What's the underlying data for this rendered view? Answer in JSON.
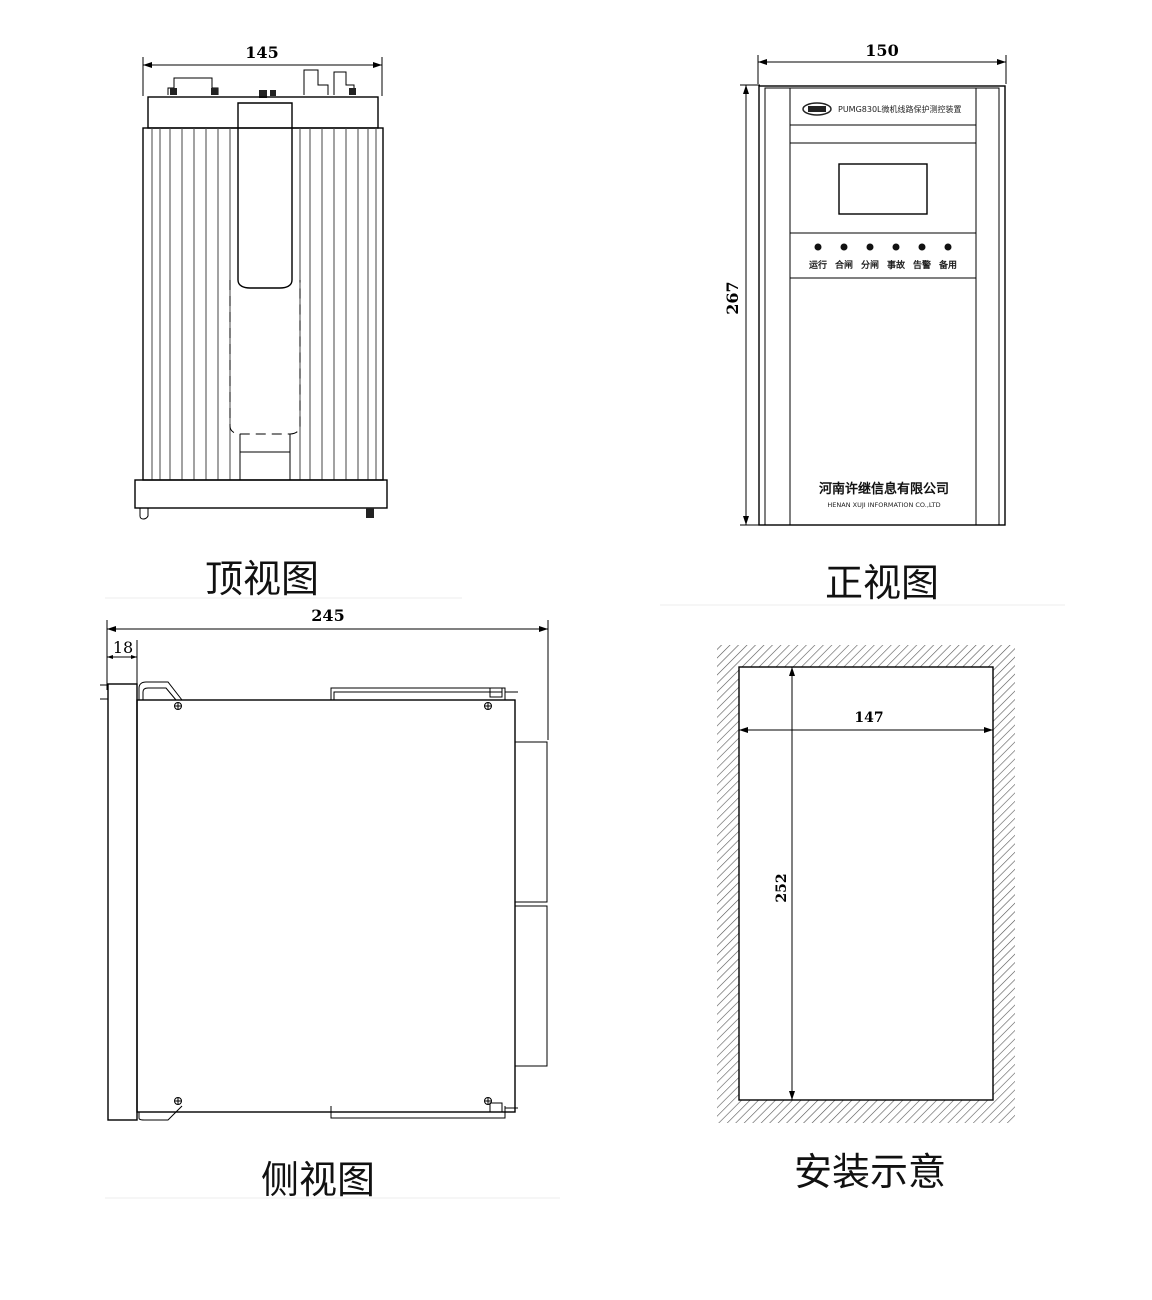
{
  "top_view": {
    "caption": "顶视图",
    "width_dim": "145"
  },
  "front_view": {
    "caption": "正视图",
    "width_dim": "150",
    "height_dim": "267",
    "product_name": "PUMG830L微机线路保护测控装置",
    "indicators": [
      "运行",
      "合闸",
      "分闸",
      "事故",
      "告警",
      "备用"
    ],
    "company_cn": "河南许继信息有限公司",
    "company_en": "HENAN XUJI INFORMATION CO.,LTD"
  },
  "side_view": {
    "caption": "侧视图",
    "depth_dim": "245",
    "front_dim": "18"
  },
  "install_view": {
    "caption": "安装示意",
    "cutout_width": "147",
    "cutout_height": "252"
  }
}
